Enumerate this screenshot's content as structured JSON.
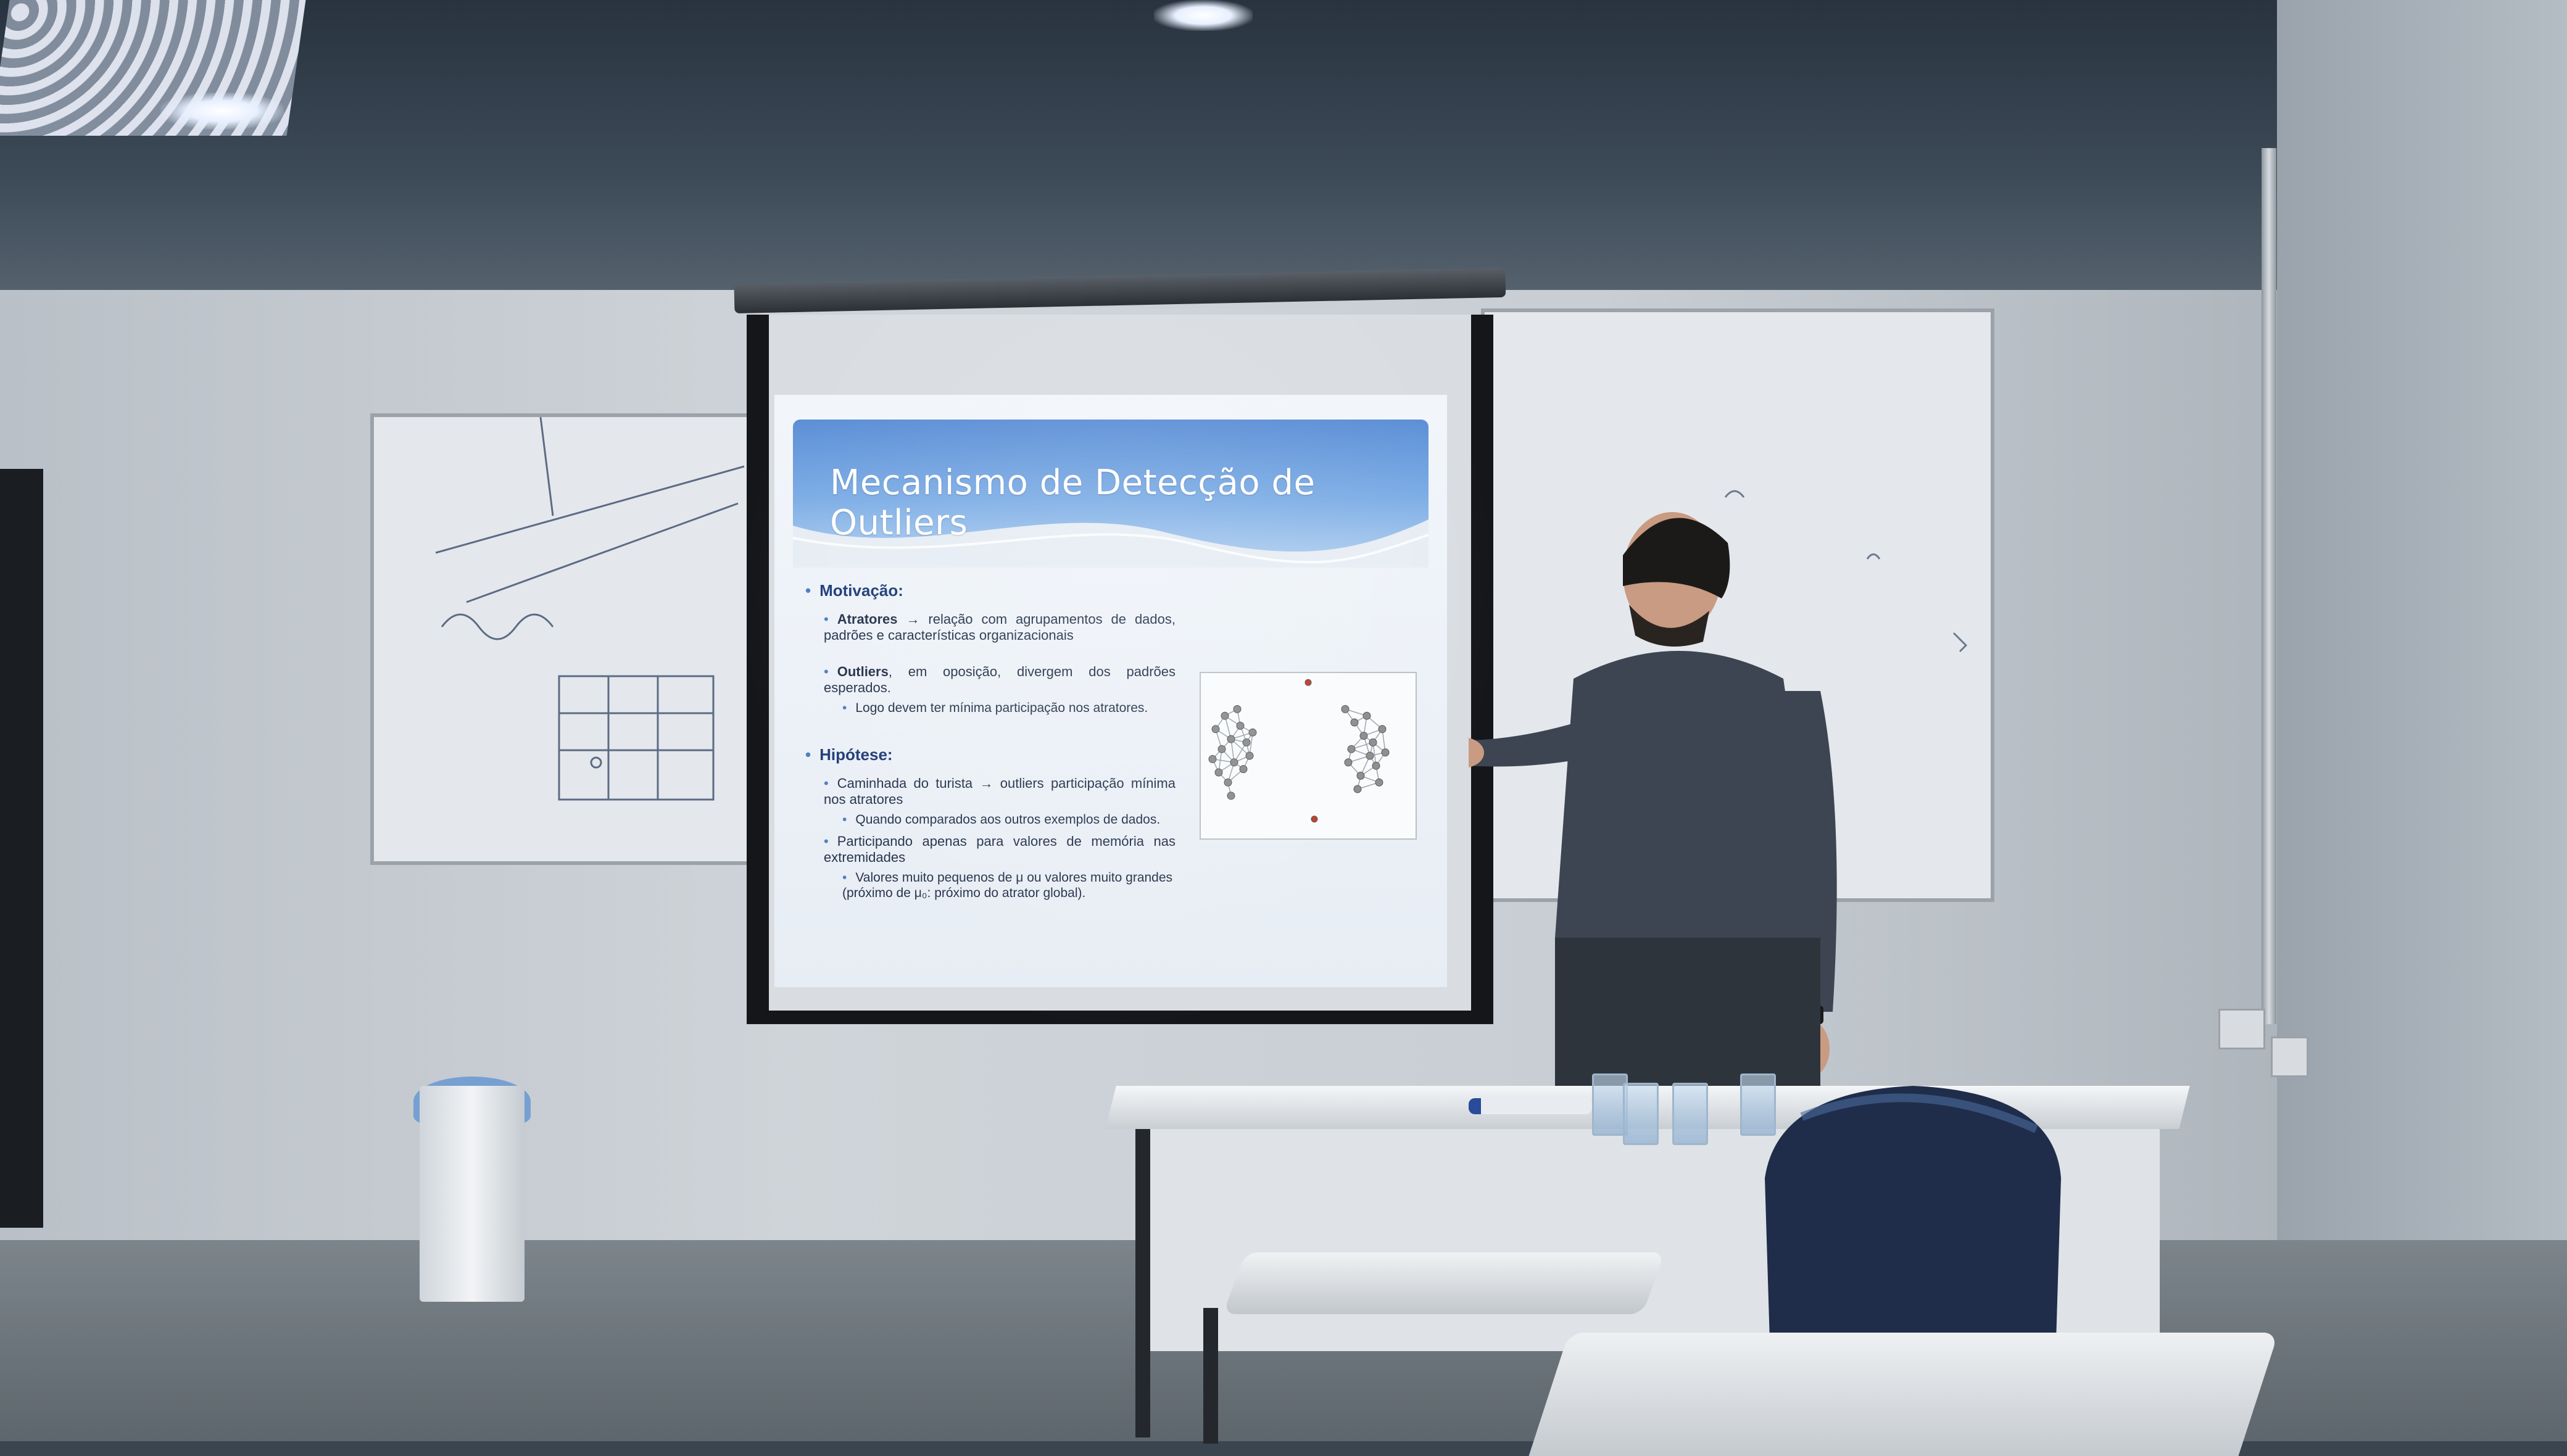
{
  "scene": {
    "description_elements": [
      "classroom",
      "projector-screen",
      "presenter",
      "whiteboards",
      "desk",
      "chair"
    ]
  },
  "slide": {
    "title": "Mecanismo de Detecção de Outliers",
    "motivacao_heading": "Motivação:",
    "atratores_term": "Atratores",
    "atratores_text": "→ relação com agrupamentos de dados, padrões e características organizacionais",
    "outliers_term": "Outliers",
    "outliers_text": ", em oposição, divergem dos padrões esperados.",
    "outliers_sub": "Logo devem ter mínima participação nos atratores.",
    "hipotese_heading": "Hipótese:",
    "hip_item1": "Caminhada do turista → outliers participação mínima nos atratores",
    "hip_item1_sub": "Quando comparados aos outros exemplos de dados.",
    "hip_item2": "Participando apenas para valores de memória nas extremidades",
    "hip_item2_sub": "Valores muito pequenos de μ ou valores muito grandes (próximo de μ₀: próximo do atrator global)."
  },
  "colors": {
    "slide_header": "#5b8ed6",
    "outlier_point": "#c0392b",
    "node_point": "#8c8c8c",
    "chair": "#1f2d4a",
    "shirt": "#3d4552"
  },
  "chart_data": {
    "type": "scatter",
    "title": "",
    "xlabel": "",
    "ylabel": "",
    "series": [
      {
        "values": [
          [
            -30,
            8
          ],
          [
            -27,
            12
          ],
          [
            -25,
            5
          ],
          [
            -28,
            2
          ],
          [
            -22,
            9
          ],
          [
            -20,
            4
          ],
          [
            -24,
            -2
          ],
          [
            -29,
            -5
          ],
          [
            -26,
            -8
          ],
          [
            -21,
            -4
          ],
          [
            -19,
            0
          ],
          [
            -23,
            14
          ],
          [
            -31,
            -1
          ],
          [
            -18,
            7
          ],
          [
            -25,
            -12
          ]
        ]
      },
      {
        "values": [
          [
            12,
            14
          ],
          [
            15,
            10
          ],
          [
            18,
            6
          ],
          [
            14,
            2
          ],
          [
            20,
            0
          ],
          [
            22,
            -3
          ],
          [
            17,
            -6
          ],
          [
            24,
            8
          ],
          [
            19,
            12
          ],
          [
            13,
            -2
          ],
          [
            21,
            4
          ],
          [
            25,
            1
          ],
          [
            16,
            -10
          ],
          [
            23,
            -8
          ]
        ]
      },
      {
        "values": [
          [
            0,
            22
          ],
          [
            2,
            -19
          ]
        ]
      }
    ]
  }
}
